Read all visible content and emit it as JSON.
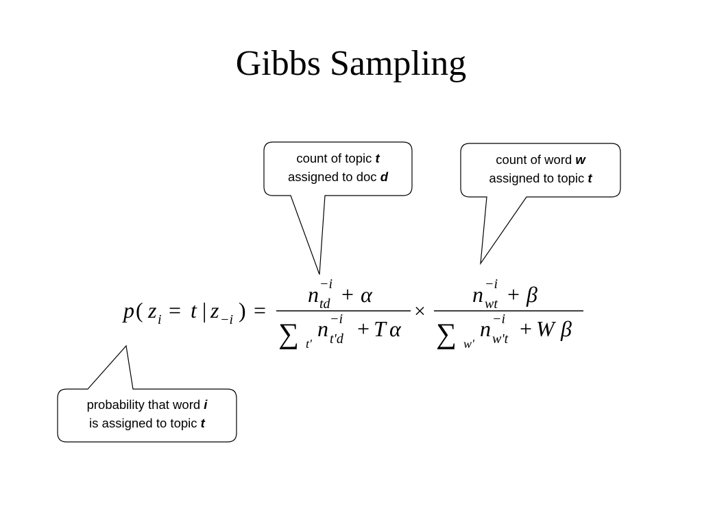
{
  "slide": {
    "title": "Gibbs Sampling"
  },
  "callouts": {
    "topic_doc": {
      "line1_text": "count of topic ",
      "line1_var": "t",
      "line2_text": "assigned to doc ",
      "line2_var": "d"
    },
    "word_topic": {
      "line1_text": "count of word ",
      "line1_var": "w",
      "line2_text": "assigned to topic ",
      "line2_var": "t"
    },
    "probability": {
      "line1_text": "probability that word ",
      "line1_var": "i",
      "line2_text": "is assigned to topic ",
      "line2_var": "t"
    }
  },
  "equation": {
    "lhs": {
      "p": "p",
      "lparen": "(",
      "z": "z",
      "z_sub": "i",
      "equals": "=",
      "t": "t",
      "bar": "|",
      "z2": "z",
      "z2_sub": "−i",
      "rparen": ")",
      "equals2": "="
    },
    "frac1": {
      "num_n": "n",
      "num_sup": "−i",
      "num_sub": "td",
      "num_plus": "+",
      "num_alpha": "α",
      "den_sum": "∑",
      "den_sum_sub": "t'",
      "den_n": "n",
      "den_sup": "−i",
      "den_sub": "t'd",
      "den_plus": "+",
      "den_T": "T",
      "den_alpha": "α"
    },
    "times": "×",
    "frac2": {
      "num_n": "n",
      "num_sup": "−i",
      "num_sub": "wt",
      "num_plus": "+",
      "num_beta": "β",
      "den_sum": "∑",
      "den_sum_sub": "w'",
      "den_n": "n",
      "den_sup": "−i",
      "den_sub": "w't",
      "den_plus": "+",
      "den_W": "W",
      "den_beta": "β"
    }
  }
}
